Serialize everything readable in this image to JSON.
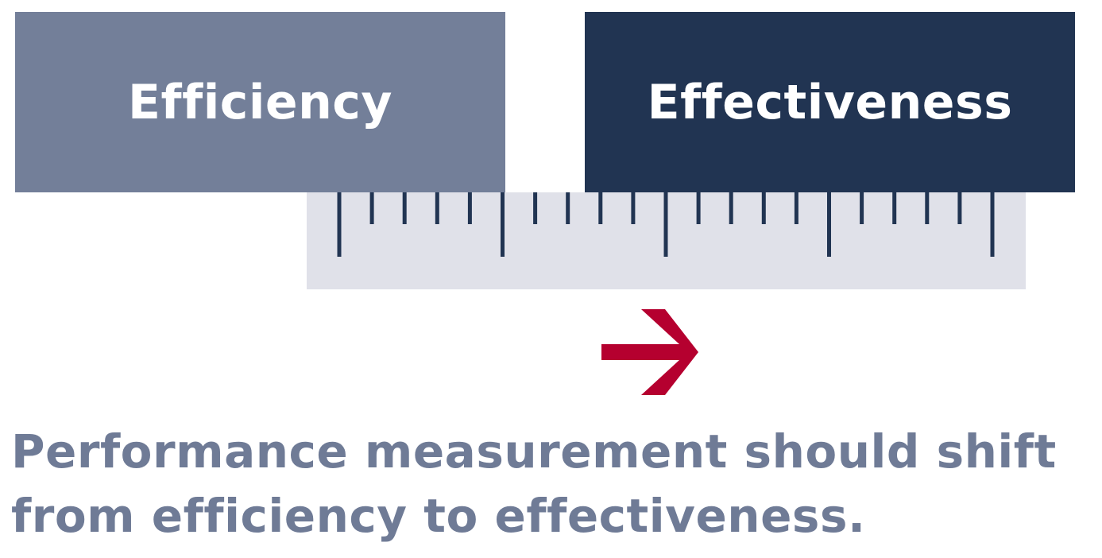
{
  "left_box": {
    "label": "Efficiency",
    "color": "#737f99"
  },
  "right_box": {
    "label": "Effectiveness",
    "color": "#213452"
  },
  "ruler": {
    "major_ticks": 5,
    "minor_ticks_between": 4,
    "color": "#213452",
    "background": "#e0e1e9"
  },
  "arrow": {
    "icon": "arrow-right-icon",
    "color": "#b5002f"
  },
  "caption": {
    "line1": "Performance measurement should shift",
    "line2": "from efficiency to effectiveness."
  }
}
